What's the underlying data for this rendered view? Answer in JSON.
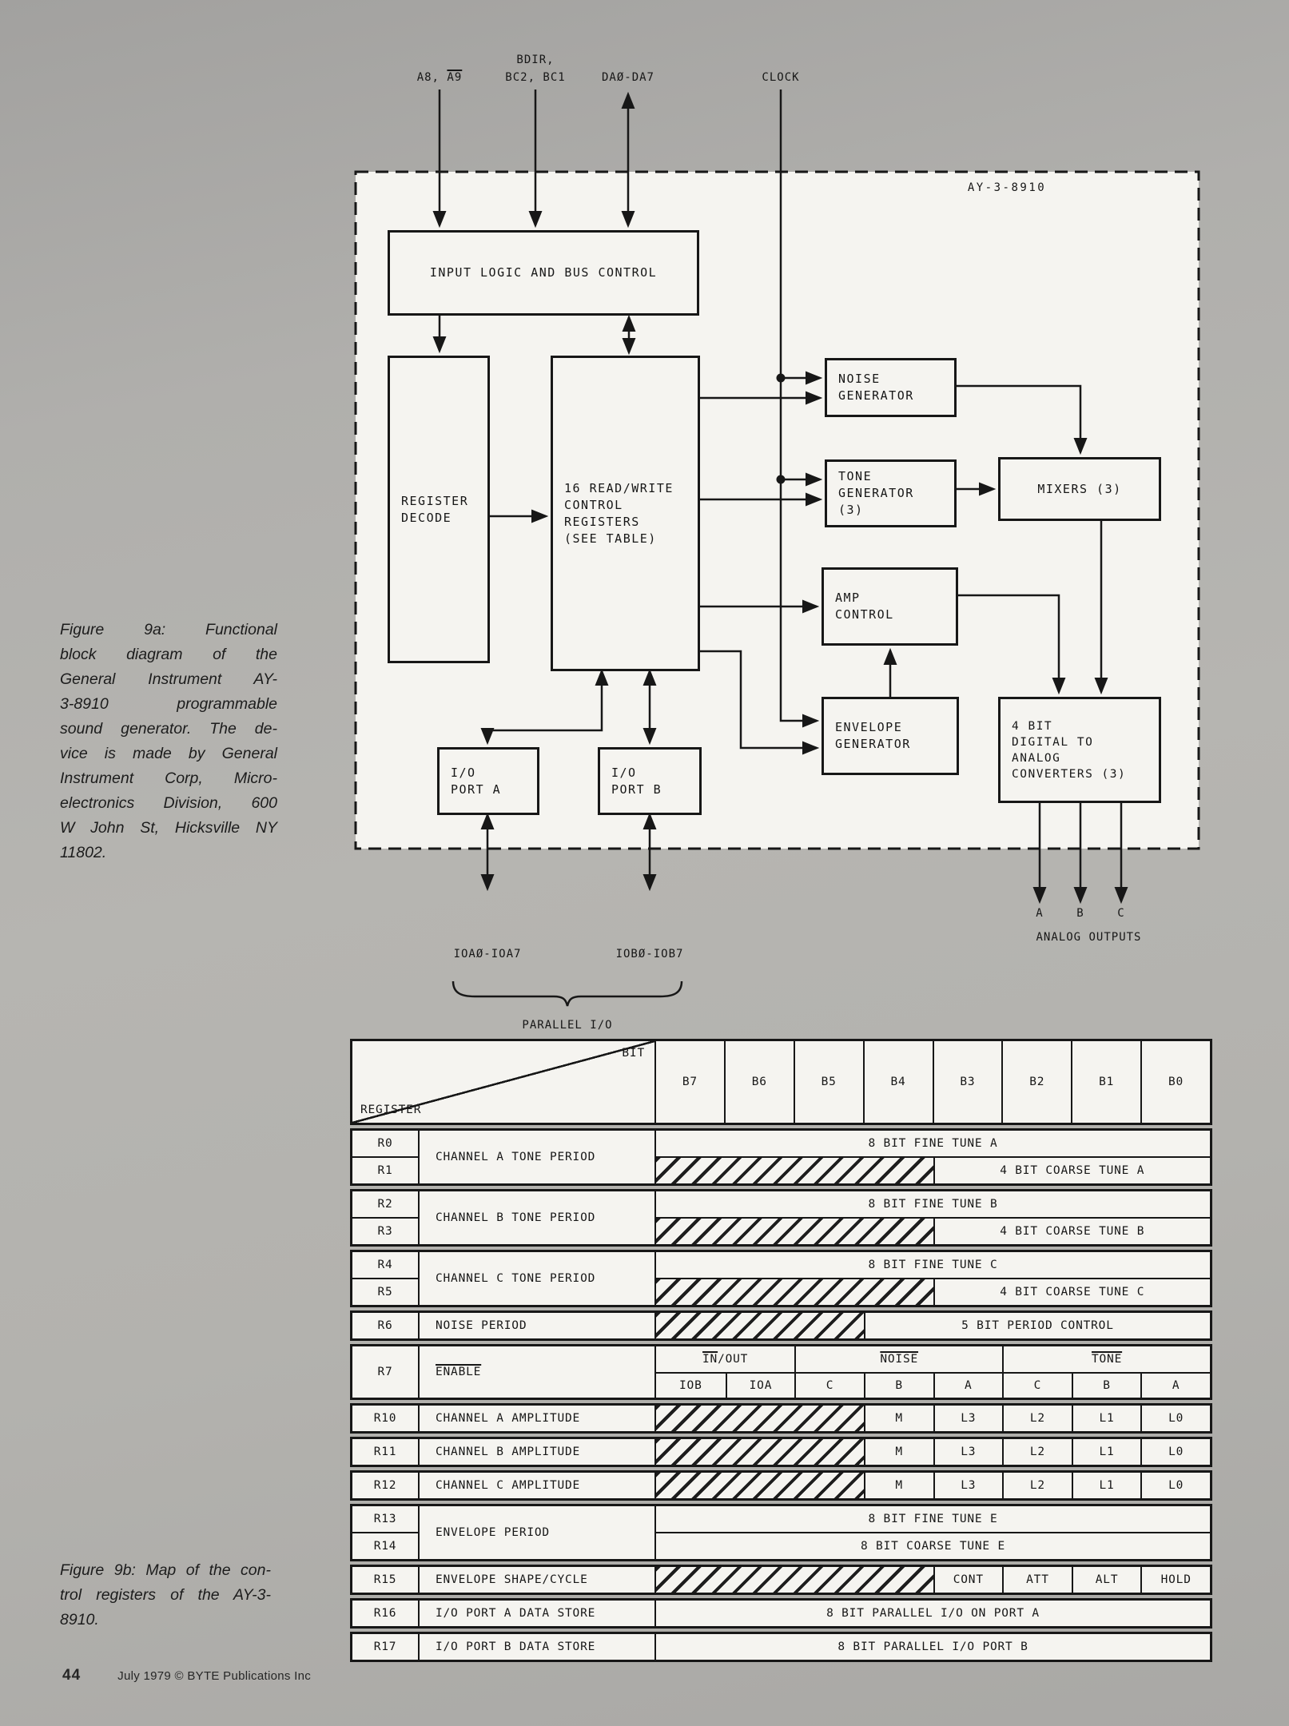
{
  "figure9a": {
    "chip_label": "AY-3-8910",
    "pins": {
      "a8_prefix": "A8, ",
      "a9": "A9",
      "bdir_line1": "BDIR,",
      "bdir_line2": "BC2, BC1",
      "data_bus": "DAØ-DA7",
      "clock": "CLOCK"
    },
    "blocks": {
      "input_logic": "INPUT LOGIC AND BUS CONTROL",
      "register_decode": "REGISTER\nDECODE",
      "control_registers": "16 READ/WRITE\nCONTROL\nREGISTERS\n(SEE TABLE)",
      "noise_generator": "NOISE\nGENERATOR",
      "tone_generator": "TONE\nGENERATOR\n(3)",
      "mixers": "MIXERS (3)",
      "amp_control": "AMP\nCONTROL",
      "envelope_generator": "ENVELOPE\nGENERATOR",
      "dac": "4 BIT\nDIGITAL TO\nANALOG\nCONVERTERS (3)",
      "io_port_a": "I/O\nPORT A",
      "io_port_b": "I/O\nPORT B"
    },
    "bottom": {
      "ioa": "IOAØ-IOA7",
      "iob": "IOBØ-IOB7",
      "parallel": "PARALLEL I/O",
      "out_a": "A",
      "out_b": "B",
      "out_c": "C",
      "analog": "ANALOG OUTPUTS"
    },
    "caption_lines": [
      "Figure 9a: Functional",
      "block diagram of the",
      "General Instrument AY-",
      "3-8910 programmable",
      "sound generator. The de-",
      "vice is made by General",
      "Instrument Corp, Micro-",
      "electronics Division, 600",
      "W John St, Hicksville NY",
      "11802."
    ]
  },
  "figure9b": {
    "caption_lines": [
      "Figure 9b: Map of the con-",
      "trol registers of the AY-3-",
      "8910."
    ],
    "header": {
      "bit": "BIT",
      "register": "REGISTER",
      "cols": [
        "B7",
        "B6",
        "B5",
        "B4",
        "B3",
        "B2",
        "B1",
        "B0"
      ]
    },
    "g0": {
      "r0": "R0",
      "r1": "R1",
      "name": "CHANNEL A TONE PERIOD",
      "row0": "8 BIT FINE TUNE A",
      "row1": "4 BIT COARSE TUNE A"
    },
    "g1": {
      "r0": "R2",
      "r1": "R3",
      "name": "CHANNEL B TONE PERIOD",
      "row0": "8 BIT FINE TUNE B",
      "row1": "4 BIT COARSE TUNE B"
    },
    "g2": {
      "r0": "R4",
      "r1": "R5",
      "name": "CHANNEL C TONE PERIOD",
      "row0": "8 BIT FINE TUNE C",
      "row1": "4 BIT COARSE TUNE C"
    },
    "g3": {
      "r0": "R6",
      "name": "NOISE PERIOD",
      "row0": "5 BIT PERIOD CONTROL"
    },
    "g4": {
      "r0": "R7",
      "name": "ENABLE",
      "inout_ovl": "IN",
      "inout_rest": " /OUT",
      "noise": "NOISE",
      "tone": "TONE",
      "bits": [
        "IOB",
        "IOA",
        "C",
        "B",
        "A",
        "C",
        "B",
        "A"
      ]
    },
    "g5": {
      "r0": "R10",
      "name": "CHANNEL A AMPLITUDE",
      "bits": [
        "M",
        "L3",
        "L2",
        "L1",
        "L0"
      ]
    },
    "g6": {
      "r0": "R11",
      "name": "CHANNEL B AMPLITUDE",
      "bits": [
        "M",
        "L3",
        "L2",
        "L1",
        "L0"
      ]
    },
    "g7": {
      "r0": "R12",
      "name": "CHANNEL C AMPLITUDE",
      "bits": [
        "M",
        "L3",
        "L2",
        "L1",
        "L0"
      ]
    },
    "g8": {
      "r0": "R13",
      "r1": "R14",
      "name": "ENVELOPE PERIOD",
      "row0": "8 BIT FINE TUNE E",
      "row1": "8 BIT COARSE TUNE E"
    },
    "g9": {
      "r0": "R15",
      "name": "ENVELOPE SHAPE/CYCLE",
      "bits": [
        "CONT",
        "ATT",
        "ALT",
        "HOLD"
      ]
    },
    "g10": {
      "r0": "R16",
      "name": "I/O PORT A DATA STORE",
      "row0": "8 BIT PARALLEL I/O ON PORT A"
    },
    "g11": {
      "r0": "R17",
      "name": "I/O PORT B DATA STORE",
      "row0": "8 BIT PARALLEL I/O PORT B"
    }
  },
  "footer": {
    "page_number": "44",
    "credit": "July 1979 © BYTE Publications Inc"
  }
}
